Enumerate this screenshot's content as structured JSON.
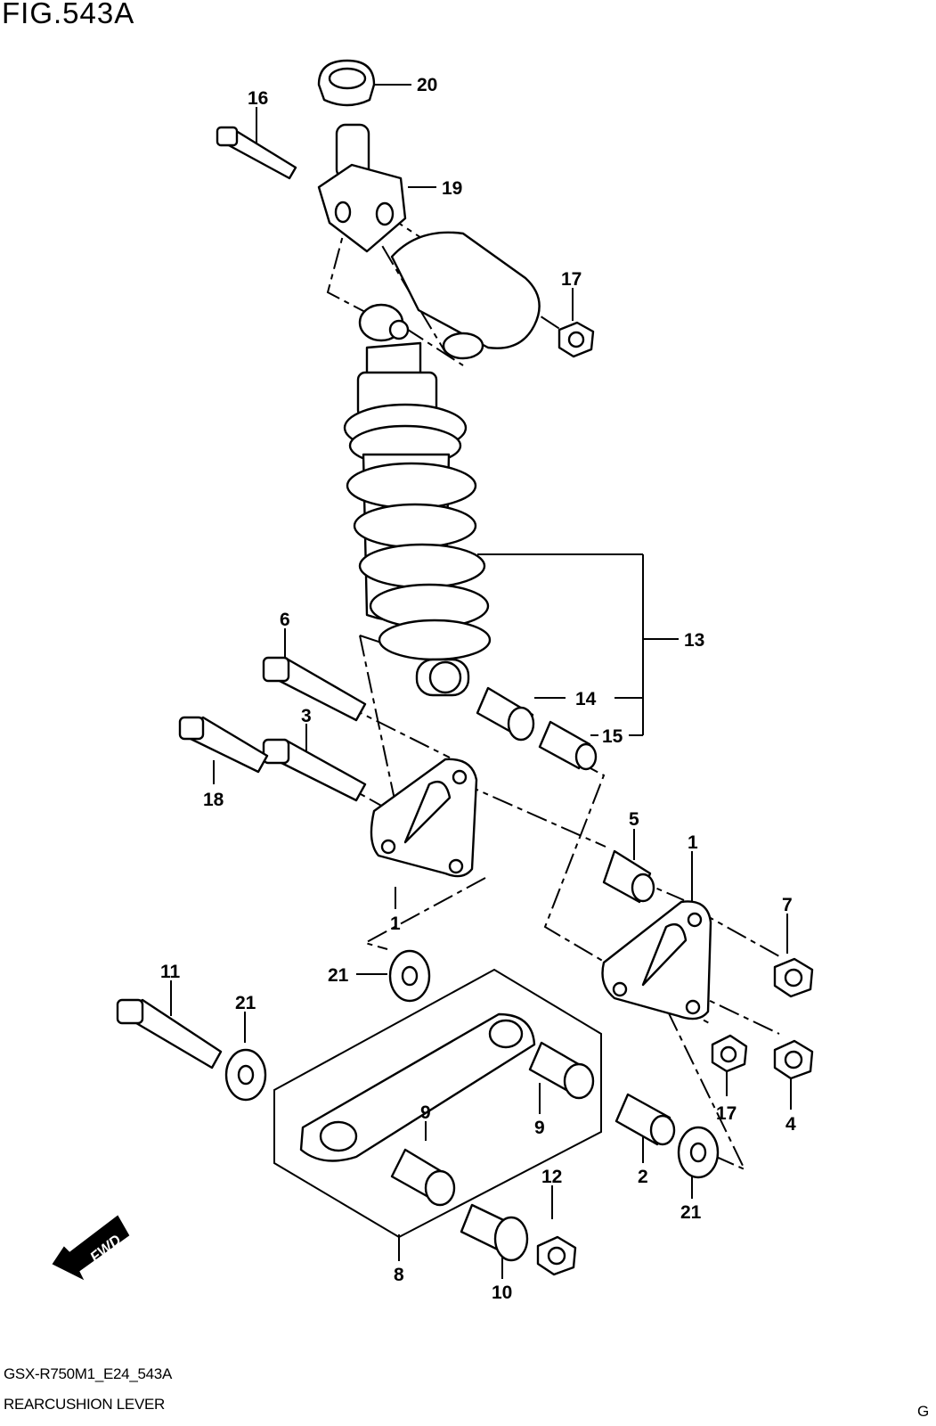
{
  "figure_title": "FIG.543A",
  "footer": {
    "code": "GSX-R750M1_E24_543A",
    "name": "REARCUSHION LEVER",
    "corner": "G"
  },
  "fwd_label": "FWD",
  "callouts": [
    {
      "id": "20"
    },
    {
      "id": "16"
    },
    {
      "id": "19"
    },
    {
      "id": "17"
    },
    {
      "id": "13"
    },
    {
      "id": "6"
    },
    {
      "id": "14"
    },
    {
      "id": "3"
    },
    {
      "id": "15"
    },
    {
      "id": "18"
    },
    {
      "id": "5"
    },
    {
      "id": "1"
    },
    {
      "id": "1"
    },
    {
      "id": "7"
    },
    {
      "id": "11"
    },
    {
      "id": "21"
    },
    {
      "id": "21"
    },
    {
      "id": "17"
    },
    {
      "id": "4"
    },
    {
      "id": "9"
    },
    {
      "id": "9"
    },
    {
      "id": "2"
    },
    {
      "id": "12"
    },
    {
      "id": "21"
    },
    {
      "id": "8"
    },
    {
      "id": "10"
    }
  ]
}
